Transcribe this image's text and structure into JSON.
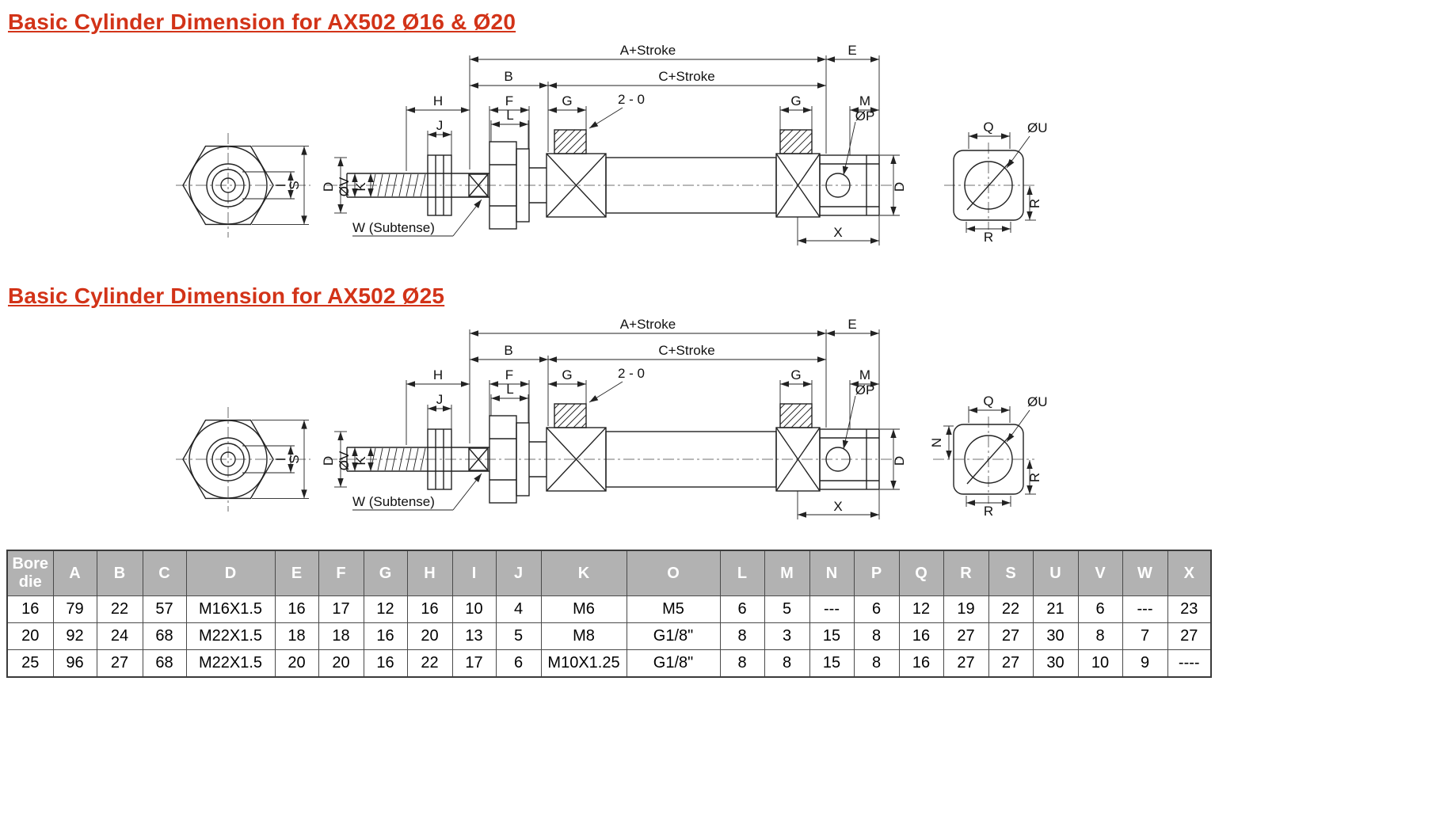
{
  "titles": {
    "t1": "Basic Cylinder Dimension for AX502 Ø16 & Ø20",
    "t2": "Basic Cylinder Dimension for AX502 Ø25"
  },
  "colors": {
    "title_red": "#d23318",
    "table_header_bg": "#b2b2b2",
    "drawing_line": "#222222"
  },
  "dw": {
    "a_stroke": "A+Stroke",
    "e": "E",
    "b": "B",
    "c_stroke": "C+Stroke",
    "h": "H",
    "f": "F",
    "g": "G",
    "port": "2 - 0",
    "m": "M",
    "op": "ØP",
    "j": "J",
    "l": "L",
    "d": "D",
    "ov": "ØV",
    "k": "K",
    "i": "I",
    "s": "S",
    "w": "W (Subtense)",
    "x": "X",
    "q": "Q",
    "ou": "ØU",
    "r": "R",
    "n": "N"
  },
  "table": {
    "headers": [
      "Bore die",
      "A",
      "B",
      "C",
      "D",
      "E",
      "F",
      "G",
      "H",
      "I",
      "J",
      "K",
      "O",
      "L",
      "M",
      "N",
      "P",
      "Q",
      "R",
      "S",
      "U",
      "V",
      "W",
      "X"
    ],
    "rows": [
      [
        "16",
        "79",
        "22",
        "57",
        "M16X1.5",
        "16",
        "17",
        "12",
        "16",
        "10",
        "4",
        "M6",
        "M5",
        "6",
        "5",
        "---",
        "6",
        "12",
        "19",
        "22",
        "21",
        "6",
        "---",
        "23"
      ],
      [
        "20",
        "92",
        "24",
        "68",
        "M22X1.5",
        "18",
        "18",
        "16",
        "20",
        "13",
        "5",
        "M8",
        "G1/8\"",
        "8",
        "3",
        "15",
        "8",
        "16",
        "27",
        "27",
        "30",
        "8",
        "7",
        "27"
      ],
      [
        "25",
        "96",
        "27",
        "68",
        "M22X1.5",
        "20",
        "20",
        "16",
        "22",
        "17",
        "6",
        "M10X1.25",
        "G1/8\"",
        "8",
        "8",
        "15",
        "8",
        "16",
        "27",
        "27",
        "30",
        "10",
        "9",
        "----"
      ]
    ]
  }
}
